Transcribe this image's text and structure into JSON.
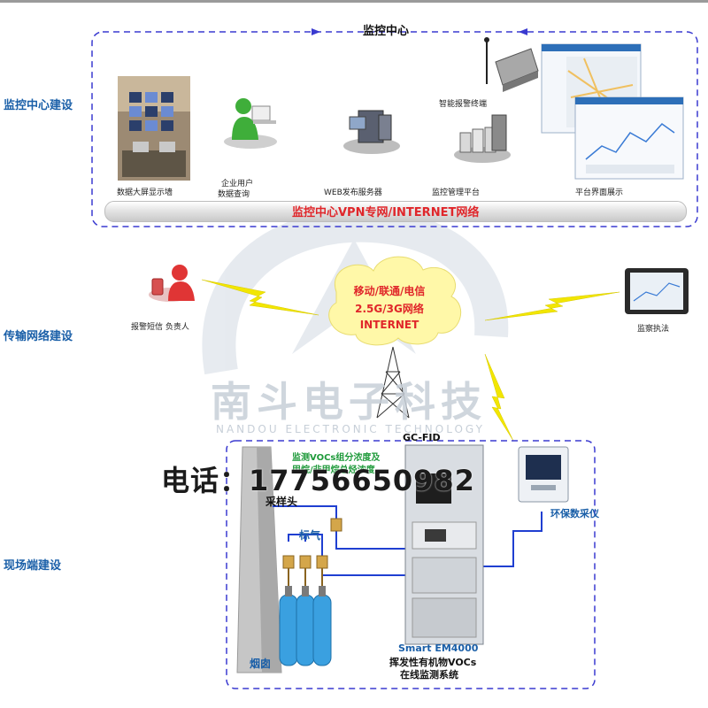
{
  "top_center_title": "监控中心",
  "sections": {
    "monitor_center": "监控中心建设",
    "transmission": "传输网络建设",
    "field": "现场端建设"
  },
  "monitor": {
    "screen_wall": "数据大屏显示墙",
    "enterprise_user": "企业用户",
    "data_query": "数据查询",
    "web_server": "WEB发布服务器",
    "alarm_terminal": "智能报警终端",
    "platform": "监控管理平台",
    "platform_ui": "平台界面展示",
    "vpn_pipe": "监控中心VPN专网/INTERNET网络"
  },
  "network": {
    "carriers": "移动/联通/电信",
    "gen": "2.5G/3G网络",
    "internet": "INTERNET",
    "alarm_sms": "报警短信 负责人",
    "supervision": "监察执法"
  },
  "watermark": {
    "cn": "南斗电子科技",
    "en": "NANDOU ELECTRONIC TECHNOLOGY"
  },
  "phone_overlay": "电话：17756650982",
  "field": {
    "gc_fid": "GC-FID",
    "measure_line1": "监测VOCs组分浓度及",
    "measure_line2": "甲烷/非甲烷总烃浓度",
    "sampling_head": "采样头",
    "standard_gas": "标气",
    "chimney": "烟囱",
    "data_logger": "环保数采仪",
    "system_model": "Smart EM4000",
    "system_name1": "挥发性有机物VOCs",
    "system_name2": "在线监测系统"
  },
  "colors": {
    "dash_border": "#3a3ad0",
    "accent_red": "#e0262a",
    "label_blue": "#1a5fa8",
    "lightning": "#f2e600",
    "pipe_blue": "#1f3fd1",
    "cylinder": "#3aa0e0"
  }
}
